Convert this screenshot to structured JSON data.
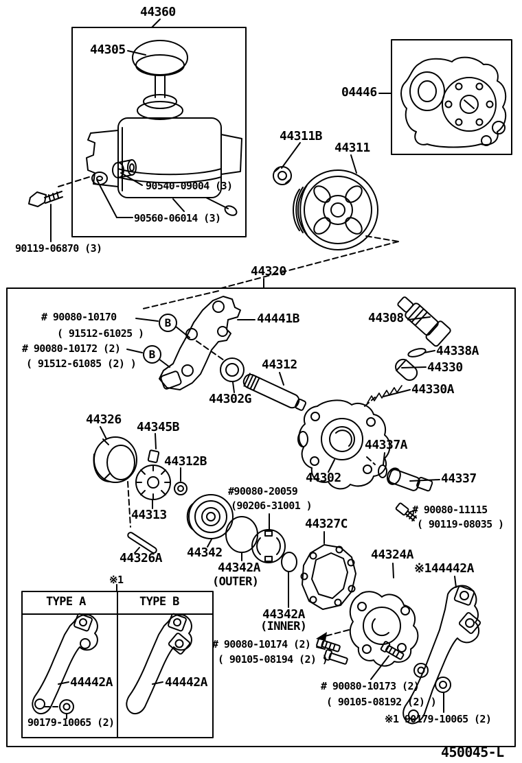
{
  "figure": {
    "code": "450045-L"
  },
  "marks": {
    "b_ref": "B",
    "note": "※1"
  },
  "top_group": {
    "assembly": "44360",
    "cap": "44305",
    "grommet": "90540-09004 (3)",
    "collar": "90560-06014 (3)",
    "bolt": "90119-06870 (3)"
  },
  "gasket_kit": {
    "part": "04446"
  },
  "pulley_group": {
    "nut": "44311B",
    "pulley": "44311"
  },
  "main_group": {
    "assembly": "44320",
    "bolt_10170": "# 90080-10170",
    "bolt_10170_alt": "( 91512-61025 )",
    "bolt_10172": "# 90080-10172 (2)",
    "bolt_10172_alt": "( 91512-61085 (2) )",
    "p44441b": "44441B",
    "p44308": "44308",
    "p44338a": "44338A",
    "p44330": "44330",
    "p44330a": "44330A",
    "p44312": "44312",
    "p44302g": "44302G",
    "p44326": "44326",
    "p44345b": "44345B",
    "p44312b": "44312B",
    "p44302": "44302",
    "p44337a": "44337A",
    "p44337": "44337",
    "bolt_11115": "# 90080-11115",
    "bolt_11115_alt": "( 90119-08035 )",
    "p90080_20059": "#90080-20059",
    "p90080_20059_alt": "(90206-31001 )",
    "p44313": "44313",
    "p44326a": "44326A",
    "p44342": "44342",
    "p44342a_outer": "44342A",
    "p44342a_outer_note": "(OUTER)",
    "p44327c": "44327C",
    "p44324a": "44324A",
    "p44442a": "※144442A",
    "p44342a_inner": "44342A",
    "p44342a_inner_note": "(INNER)",
    "bolt_10174": "# 90080-10174 (2)",
    "bolt_10174_alt": "( 90105-08194 (2) )",
    "bolt_10173": "# 90080-10173 (2)",
    "bolt_10173_alt": "( 90105-08192 (2) )",
    "nut_90179": "※1 90179-10065 (2)"
  },
  "type_table": {
    "note": "※1",
    "header_a": "TYPE A",
    "header_b": "TYPE B",
    "arm_a": "44442A",
    "arm_b": "44442A",
    "nut_a": "90179-10065 (2)"
  }
}
